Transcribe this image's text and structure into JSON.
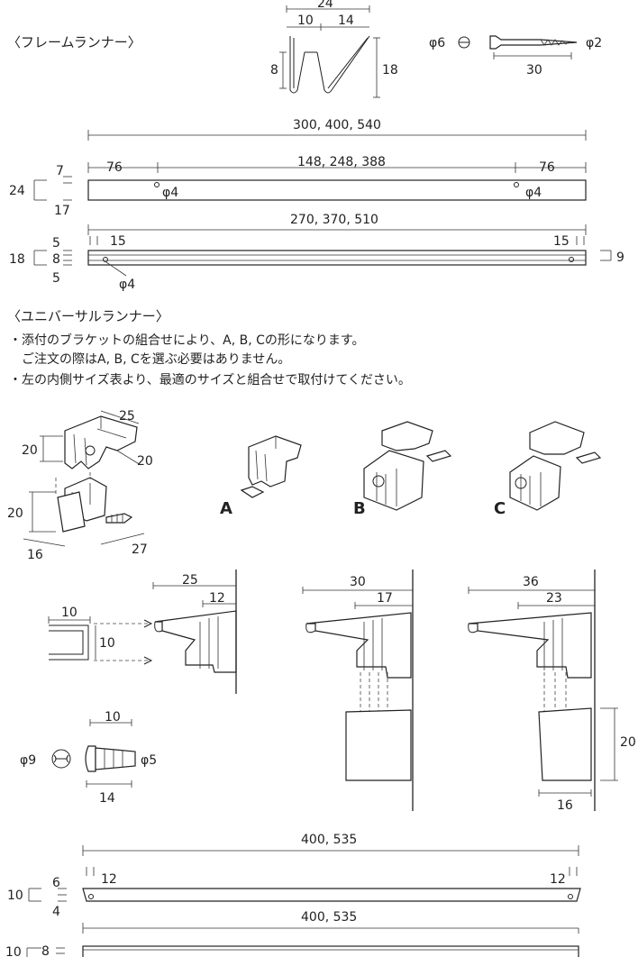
{
  "frame_runner": {
    "title": "〈フレームランナー〉",
    "clip_dims": {
      "top": "24",
      "left": "10",
      "right": "14",
      "height_left": "8",
      "height_right": "18"
    },
    "screw": {
      "head": "φ6",
      "tip": "φ2",
      "length": "30"
    },
    "rail1": {
      "overall": "300, 400, 540",
      "left": "76",
      "middle": "148, 248, 388",
      "right": "76",
      "hole_left": "φ4",
      "hole_right": "φ4",
      "height": "24",
      "top_gap": "7",
      "bottom_gap": "17"
    },
    "rail2": {
      "overall": "270, 370, 510",
      "left": "15",
      "right": "15",
      "height": "18",
      "a": "5",
      "b": "8",
      "c": "5",
      "side": "9",
      "hole": "φ4"
    }
  },
  "universal_runner": {
    "title": "〈ユニバーサルランナー〉",
    "notes": [
      "・添付のブラケットの組合せにより、A, B, Cの形になります。",
      "　ご注文の際はA, B, Cを選ぶ必要はありません。",
      "・左の内側サイズ表より、最適のサイズと組合せで取付けてください。"
    ],
    "bracket_dims": {
      "top_w": "25",
      "top_h": "20",
      "top_d": "20",
      "bot_h": "20",
      "bot_w": "16",
      "bot_d": "27"
    },
    "labels": [
      "A",
      "B",
      "C"
    ],
    "clip": {
      "w": "10",
      "h": "10"
    },
    "side_a": {
      "total": "25",
      "inner": "12"
    },
    "side_b": {
      "total": "30",
      "inner": "17"
    },
    "side_c": {
      "total": "36",
      "inner": "23",
      "block_h": "20",
      "block_w": "16"
    },
    "screw": {
      "head": "φ9",
      "tip": "φ5",
      "top": "10",
      "len": "14"
    },
    "rail1": {
      "overall": "400, 535",
      "left": "12",
      "right": "12",
      "h": "10",
      "a": "6",
      "b": "4"
    },
    "rail2": {
      "overall": "400, 535",
      "h": "10",
      "a": "8"
    }
  }
}
